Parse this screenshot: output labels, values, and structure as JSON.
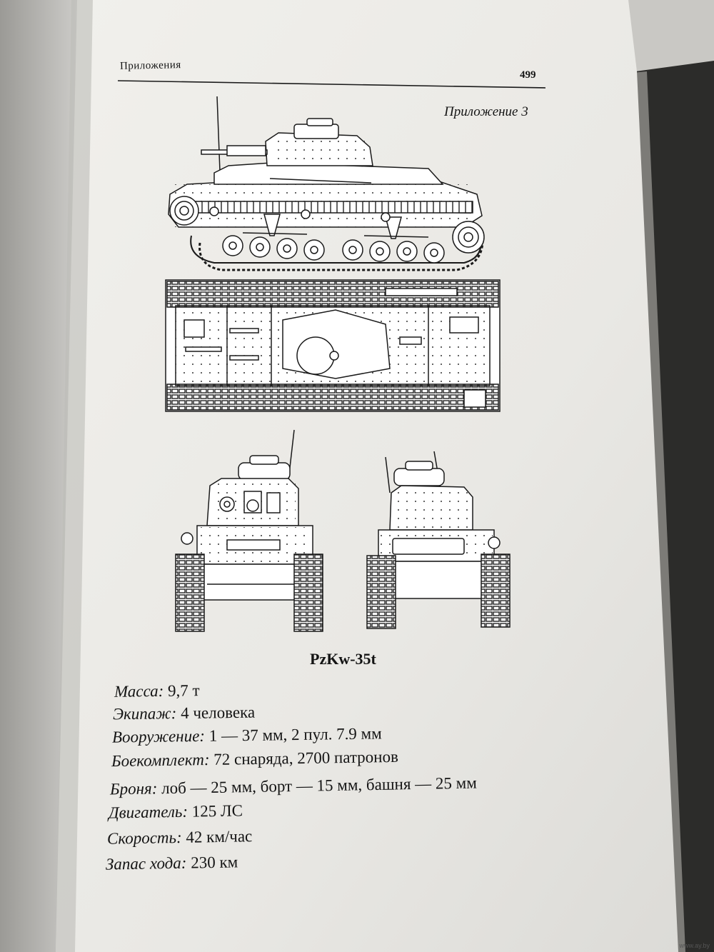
{
  "page": {
    "header_left": "Приложения",
    "page_number": "499",
    "appendix_label": "Приложение 3"
  },
  "tank": {
    "name": "PzKw-35t"
  },
  "specs": [
    {
      "label": "Масса:",
      "value": "9,7 т"
    },
    {
      "label": "Экипаж:",
      "value": "4 человека"
    },
    {
      "label": "Вооружение:",
      "value": "1 — 37 мм, 2 пул. 7.9 мм"
    },
    {
      "label": "Боекомплект:",
      "value": "72 снаряда, 2700 патронов"
    },
    {
      "label": "Броня:",
      "value": "лоб — 25 мм, борт — 15 мм, башня — 25 мм"
    },
    {
      "label": "Двигатель:",
      "value": "125 ЛС"
    },
    {
      "label": "Скорость:",
      "value": "42 км/час"
    },
    {
      "label": "Запас хода:",
      "value": "230 км"
    }
  ],
  "watermark": "www.ay.by",
  "colors": {
    "paper": "#ecebe7",
    "ink": "#141414",
    "background": "#c9c8c4",
    "book_cover": "#2c2c2a"
  }
}
